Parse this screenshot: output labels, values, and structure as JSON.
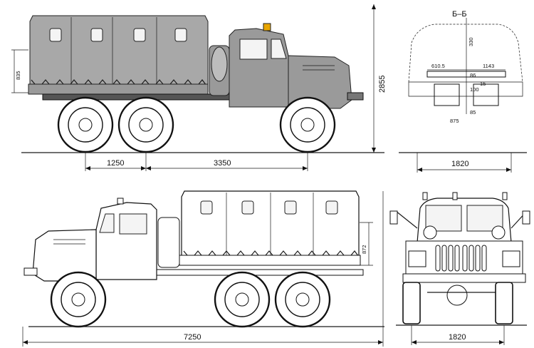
{
  "colors": {
    "body_gray": "#9a9a9a",
    "tarp_gray": "#a8a8a8",
    "line": "#1a1a1a"
  },
  "side_view_top": {
    "wheelbase_front": "1250",
    "wheelbase_rear": "3350",
    "overall_height": "2855",
    "tarp_height": "835"
  },
  "section_view": {
    "label": "Б–Б",
    "dim_610": "610.5",
    "dim_1143": "1143",
    "dim_100": "100",
    "dim_85": "85",
    "dim_875": "875",
    "dim_86": "86",
    "dim_15": "15",
    "dim_330": "330",
    "track": "1820"
  },
  "side_view_bottom": {
    "overall_length": "7250",
    "tarp_height": "872"
  },
  "front_view": {
    "track": "1820"
  }
}
